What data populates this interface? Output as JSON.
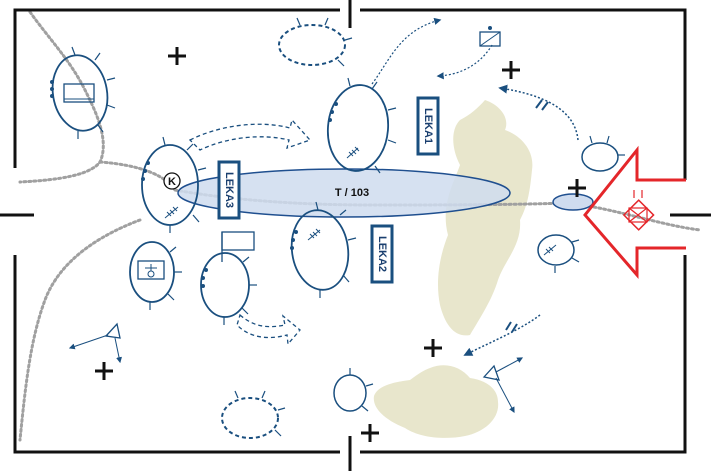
{
  "map": {
    "objective_label": "T / 103",
    "unit_labels": [
      "LEKA1",
      "LEKA2",
      "LEKA3"
    ],
    "command_post_letter": "K",
    "colors": {
      "unit_blue": "#1a4f7f",
      "objective_fill": "#cfdcef",
      "objective_stroke": "#1f4f8f",
      "terrain": "#e8e6cc",
      "enemy_red": "#e4262a",
      "route_gray": "#a0a0a0",
      "frame": "#111111"
    },
    "icons": [
      "frame-corner-brackets",
      "plus-marker",
      "dotted-route",
      "unit-ellipse",
      "command-post-icon",
      "radar-icon",
      "antenna-icon",
      "enemy-arrow",
      "enemy-unit-icon",
      "axis-of-advance-arrow",
      "flag-icon"
    ]
  }
}
